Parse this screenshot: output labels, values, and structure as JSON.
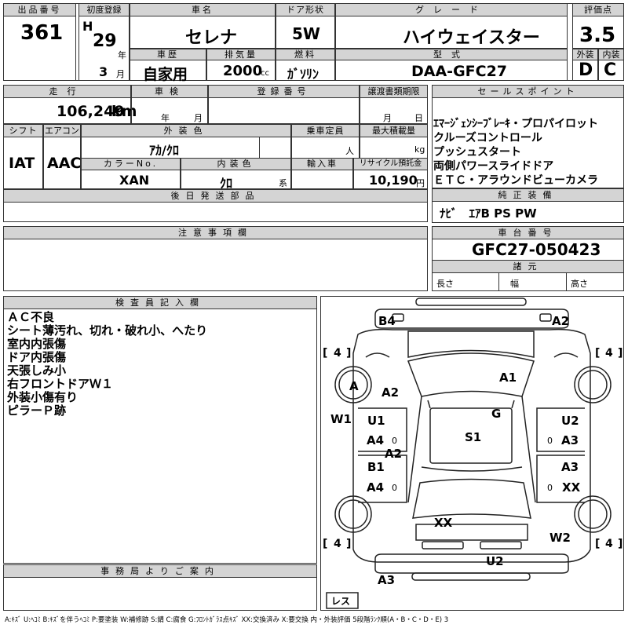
{
  "header": {
    "lot_no_label": "出品番号",
    "lot_no": "361",
    "first_reg_label": "初度登録",
    "era": "H",
    "year": "29",
    "year_unit": "年",
    "month": "3",
    "month_unit": "月",
    "car_name_label": "車名",
    "car_name": "セレナ",
    "door_label": "ドア形状",
    "door": "5W",
    "grade_label": "グレード",
    "grade": "ハイウェイスター",
    "score_label": "評価点",
    "score": "3.5",
    "history_label": "車歴",
    "history": "自家用",
    "displacement_label": "排気量",
    "displacement": "2000",
    "displacement_unit": "cc",
    "fuel_label": "燃料",
    "fuel": "ｶﾞｿﾘﾝ",
    "model_label": "型式",
    "model": "DAA-GFC27",
    "exterior_label": "外装",
    "exterior_grade": "D",
    "interior_label": "内装",
    "interior_grade": "C"
  },
  "row2": {
    "mileage_label": "走行",
    "mileage": "106,249",
    "mileage_unit": "km",
    "inspection_label": "車検",
    "insp_year_unit": "年",
    "insp_month_unit": "月",
    "reg_no_label": "登録番号",
    "transfer_label": "譲渡書類期限",
    "transfer_month_unit": "月",
    "transfer_day_unit": "日",
    "sales_label": "セールスポイント",
    "sales_points": [
      "ｴﾏｰｼﾞｪﾝｼｰﾌﾞﾚｰｷ・プロパイロット",
      "クルーズコントロール",
      "プッシュスタート",
      "両側パワースライドドア",
      "ＥＴＣ・アラウンドビューカメラ"
    ]
  },
  "row3": {
    "shift_label": "シフト",
    "shift": "IAT",
    "ac_label": "エアコン",
    "ac": "AAC",
    "ext_color_label": "外装色",
    "ext_color": "ｱｶ/ｸﾛ",
    "capacity_label": "乗車定員",
    "capacity_unit": "人",
    "max_load_label": "最大積載量",
    "max_load_unit": "kg",
    "color_no_label": "カラーNo.",
    "color_no": "XAN",
    "int_color_label": "内装色",
    "int_color": "ｸﾛ",
    "int_color_unit": "系",
    "import_label": "輸入車",
    "recycle_label": "リサイクル預託金",
    "recycle": "10,190",
    "recycle_unit": "円"
  },
  "parts_label": "後日発送部品",
  "equipment_label": "純正装備",
  "equipment": "ﾅﾋﾞ　ｴｱB PS PW",
  "caution_label": "注意事項欄",
  "chassis_label": "車台番号",
  "chassis": "GFC27-050423",
  "specs_label": "諸元",
  "length_label": "長さ",
  "width_label": "幅",
  "height_label": "高さ",
  "inspector_label": "検査員記入欄",
  "inspector_notes": [
    "ＡＣ不良",
    "シート薄汚れ、切れ・破れ小、へたり",
    "室内内張傷",
    "ドア内張傷",
    "天張しみ小",
    "右フロントドアＷ１",
    "外装小傷有り",
    "ピラーＰ跡"
  ],
  "office_label": "事務局よりご案内",
  "diagram": {
    "tire_left_front": "4",
    "tire_right_front": "4",
    "tire_left_rear": "4",
    "tire_right_rear": "4",
    "B4": "B4",
    "A2_top": "A2",
    "A1": "A1",
    "A_circle": "A",
    "A2_left": "A2",
    "W1": "W1",
    "G": "G",
    "U1": "U1",
    "U2": "U2",
    "A4_1": "A4",
    "S1": "S1",
    "A3_1": "A3",
    "A2_mid": "A2",
    "B1": "B1",
    "A3_2": "A3",
    "A4_2": "A4",
    "XX_1": "XX",
    "XX_2": "XX",
    "W2": "W2",
    "U2_bottom": "U2",
    "A3_bottom": "A3",
    "spare": "レス",
    "bracket_l": "[",
    "bracket_r": "]",
    "zero": "0"
  },
  "legend": "A:ｷｽﾞ  U:ﾍｺﾐ  B:ｷｽﾞを伴うﾍｺﾐ  P:要塗装  W:補修跡  S:錆  C:腐食  G:ﾌﾛﾝﾄｶﾞﾗｽ点ｷｽﾞ  XX:交換済み  X:要交換   内・外装評価  5段階ﾗﾝｸ順(A・B・C・D・E) 3"
}
